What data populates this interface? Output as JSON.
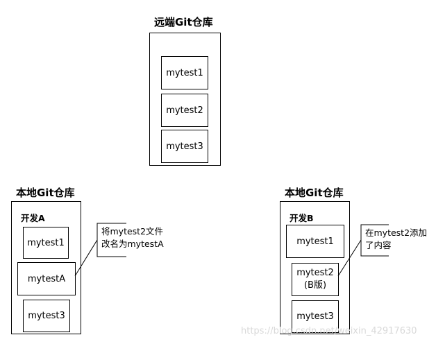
{
  "remote": {
    "title": "远端Git仓库",
    "files": [
      "mytest1",
      "mytest2",
      "mytest3"
    ]
  },
  "local_a": {
    "title": "本地Git仓库",
    "developer": "开发A",
    "files": [
      "mytest1",
      "mytestA",
      "mytest3"
    ],
    "note_lines": [
      "将mytest2文件",
      "改名为mytestA"
    ]
  },
  "local_b": {
    "title": "本地Git仓库",
    "developer": "开发B",
    "file1": "mytest1",
    "file2_lines": [
      "mytest2",
      "(B版)"
    ],
    "file3": "mytest3",
    "note_lines": [
      "在mytest2添加",
      "了内容"
    ]
  },
  "watermark": "https://blog.csdn.net/weixin_42917630"
}
